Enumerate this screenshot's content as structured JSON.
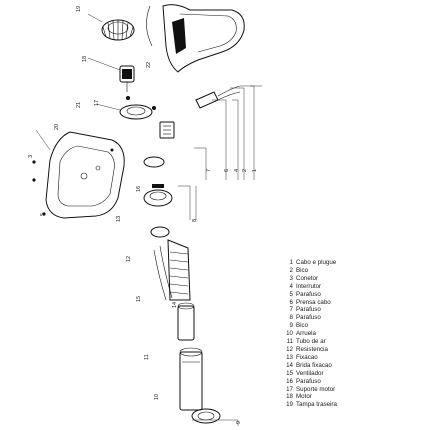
{
  "legend": {
    "items": [
      {
        "num": "1",
        "label": "Cabo e plugue"
      },
      {
        "num": "2",
        "label": "Bico"
      },
      {
        "num": "3",
        "label": "Conetor"
      },
      {
        "num": "4",
        "label": "Interrutor"
      },
      {
        "num": "5",
        "label": "Parafuso"
      },
      {
        "num": "6",
        "label": "Prensa cabo"
      },
      {
        "num": "7",
        "label": "Parafuso"
      },
      {
        "num": "8",
        "label": "Parafuso"
      },
      {
        "num": "9",
        "label": "Bico"
      },
      {
        "num": "10",
        "label": "Arruela"
      },
      {
        "num": "11",
        "label": "Tubo de ar"
      },
      {
        "num": "12",
        "label": "Resistencia"
      },
      {
        "num": "13",
        "label": "Fixacao"
      },
      {
        "num": "14",
        "label": "Brida fixacao"
      },
      {
        "num": "15",
        "label": "Ventilador"
      },
      {
        "num": "16",
        "label": "Parafuso"
      },
      {
        "num": "17",
        "label": "Suporte motor"
      },
      {
        "num": "18",
        "label": "Motor"
      },
      {
        "num": "19",
        "label": "Tampa traseira"
      }
    ]
  },
  "callouts": [
    {
      "id": "c19",
      "text": "19"
    },
    {
      "id": "c18",
      "text": "18"
    },
    {
      "id": "c22",
      "text": "22"
    },
    {
      "id": "c21",
      "text": "21"
    },
    {
      "id": "c17",
      "text": "17"
    },
    {
      "id": "c20",
      "text": "20"
    },
    {
      "id": "c3",
      "text": "3"
    },
    {
      "id": "c5",
      "text": "5"
    },
    {
      "id": "c16",
      "text": "16"
    },
    {
      "id": "c13",
      "text": "13"
    },
    {
      "id": "c12",
      "text": "12"
    },
    {
      "id": "c15",
      "text": "15"
    },
    {
      "id": "c14",
      "text": "14"
    },
    {
      "id": "c11",
      "text": "11"
    },
    {
      "id": "c10",
      "text": "10"
    },
    {
      "id": "c9",
      "text": "9"
    },
    {
      "id": "c8",
      "text": "8"
    },
    {
      "id": "c7",
      "text": "7"
    },
    {
      "id": "c6",
      "text": "6"
    },
    {
      "id": "c4",
      "text": "4"
    },
    {
      "id": "c2",
      "text": "2"
    },
    {
      "id": "c1",
      "text": "1"
    }
  ]
}
